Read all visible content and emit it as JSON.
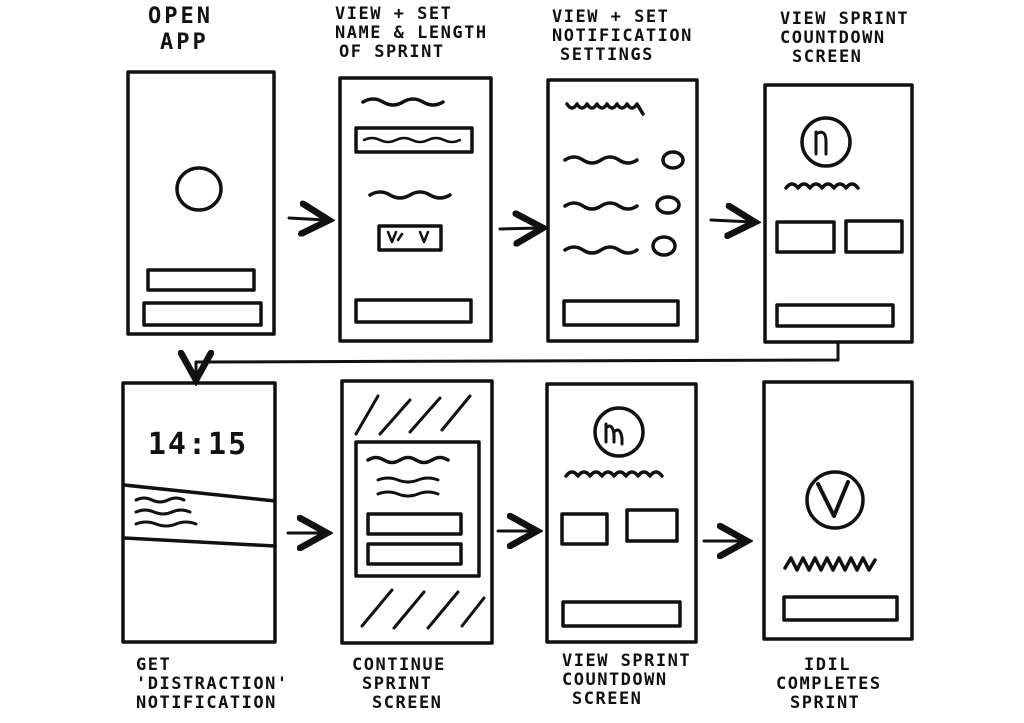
{
  "steps": [
    {
      "caption_lines": [
        "OPEN",
        "APP"
      ],
      "screen": "open-app"
    },
    {
      "caption_lines": [
        "VIEW + SET",
        "NAME & LENGTH",
        "OF SPRINT"
      ],
      "screen": "set-name-length"
    },
    {
      "caption_lines": [
        "VIEW + SET",
        "NOTIFICATION",
        "SETTINGS"
      ],
      "screen": "notification-settings"
    },
    {
      "caption_lines": [
        "VIEW SPRINT",
        "COUNTDOWN",
        "SCREEN"
      ],
      "screen": "countdown"
    },
    {
      "caption_lines": [
        "GET",
        "'DISTRACTION'",
        "NOTIFICATION"
      ],
      "screen": "distraction-notification",
      "clock_text": "14:15"
    },
    {
      "caption_lines": [
        "CONTINUE",
        "SPRINT",
        "SCREEN"
      ],
      "screen": "continue-sprint"
    },
    {
      "caption_lines": [
        "VIEW SPRINT",
        "COUNTDOWN",
        "SCREEN"
      ],
      "screen": "countdown-2"
    },
    {
      "caption_lines": [
        "IDIL",
        "COMPLETES",
        "SPRINT"
      ],
      "screen": "sprint-complete"
    }
  ],
  "colors": {
    "ink": "#111111",
    "paper": "#ffffff"
  }
}
